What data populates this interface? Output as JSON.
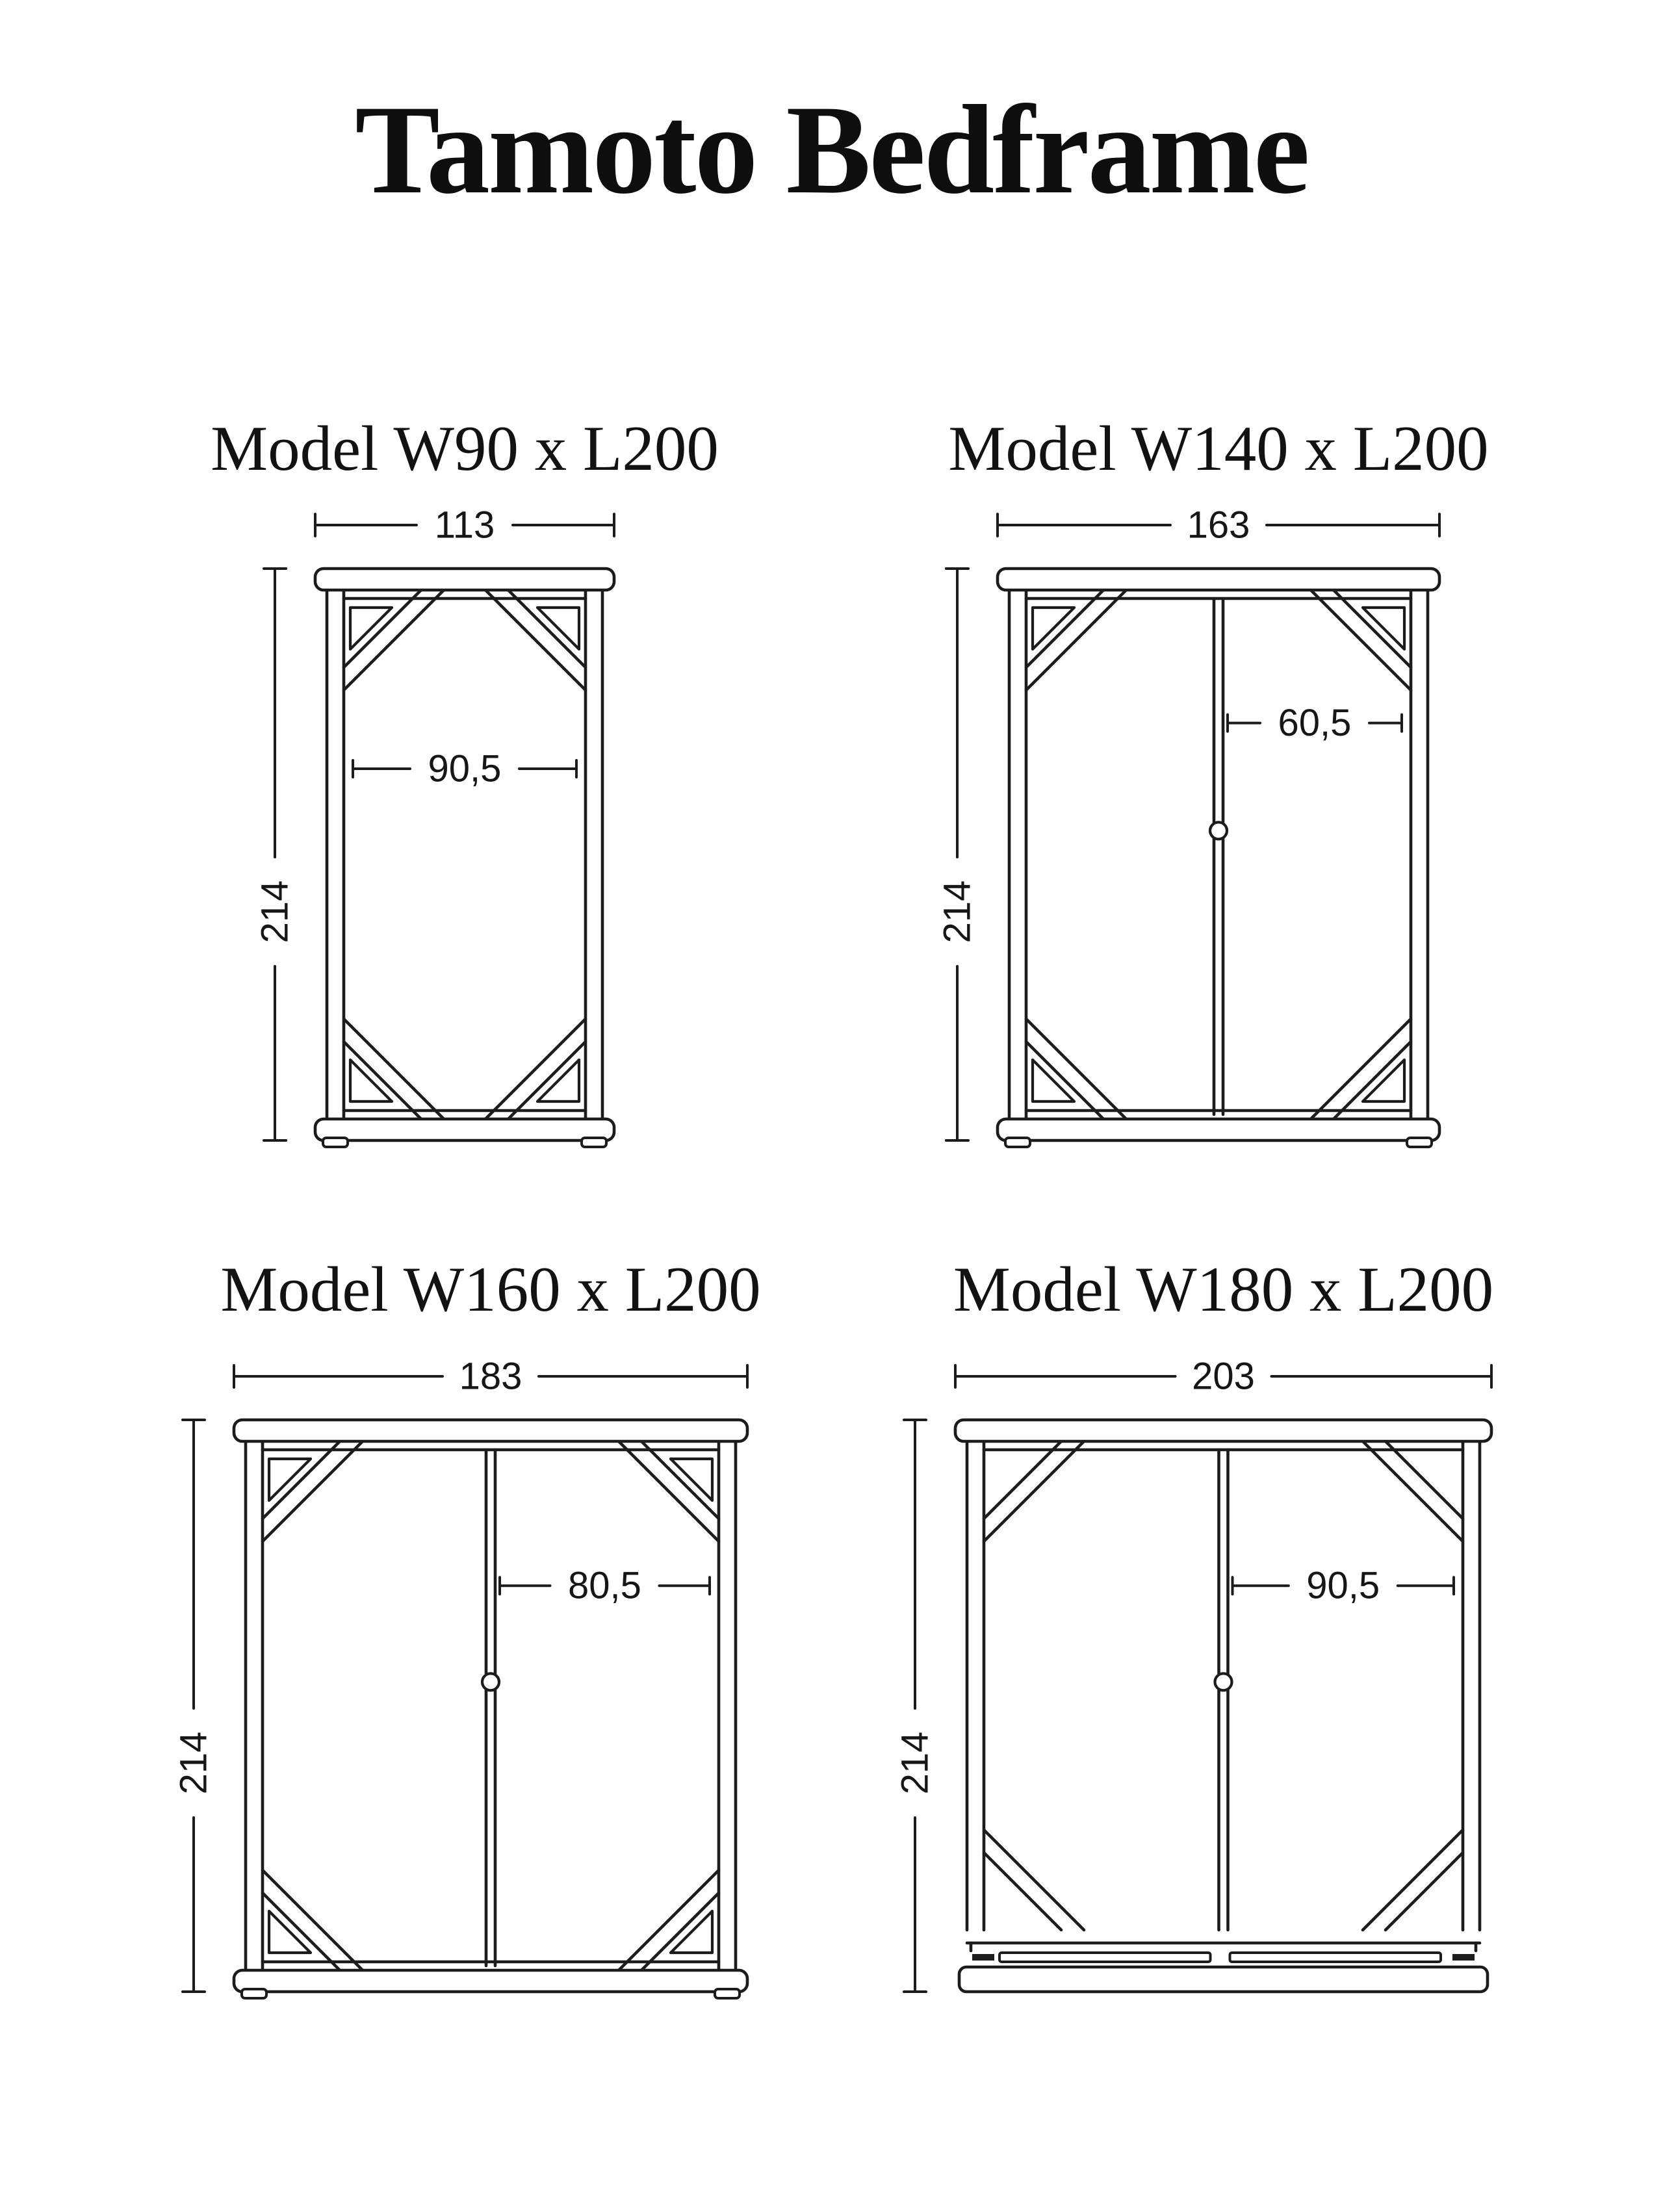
{
  "page": {
    "title": "Tamoto Bedframe"
  },
  "drawing": {
    "line_color": "#1c1c1c",
    "background": "#ffffff",
    "unit_height_label": "214"
  },
  "models": [
    {
      "id": "w90",
      "label": "Model W90 x L200",
      "width_label": "113",
      "length_label": "214",
      "inner_width_label": "90,5",
      "has_center_rail": false
    },
    {
      "id": "w140",
      "label": "Model W140 x L200",
      "width_label": "163",
      "length_label": "214",
      "inner_width_label": "60,5",
      "has_center_rail": true
    },
    {
      "id": "w160",
      "label": "Model W160 x L200",
      "width_label": "183",
      "length_label": "214",
      "inner_width_label": "80,5",
      "has_center_rail": true
    },
    {
      "id": "w180",
      "label": "Model W180 x L200",
      "width_label": "203",
      "length_label": "214",
      "inner_width_label": "90,5",
      "has_center_rail": true
    }
  ]
}
